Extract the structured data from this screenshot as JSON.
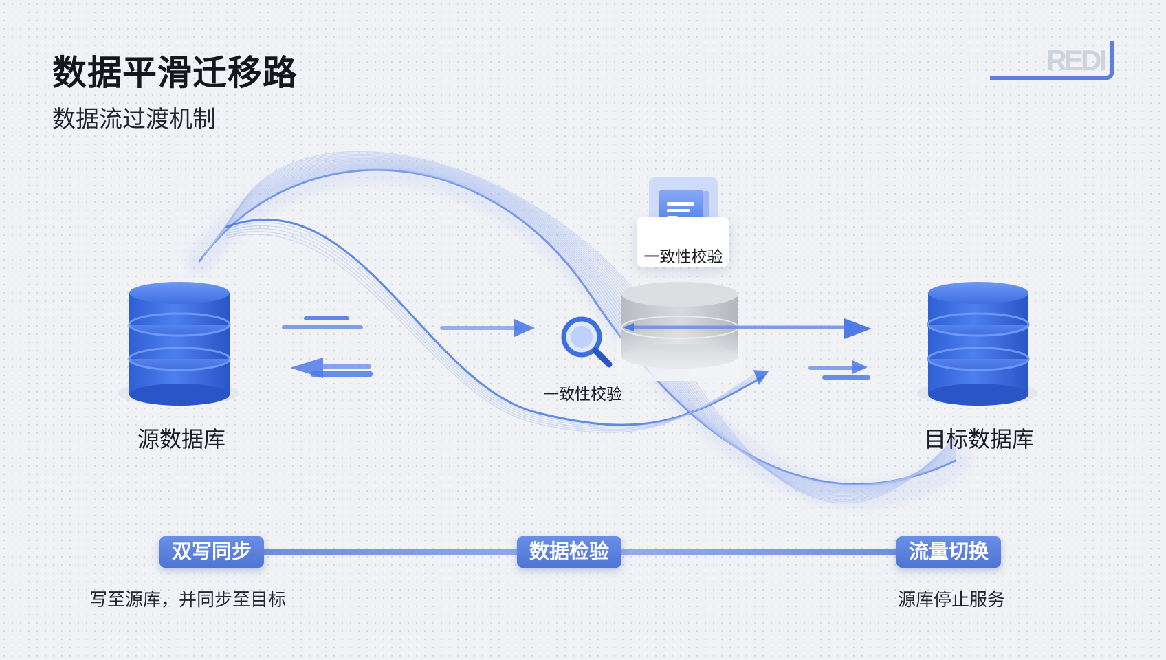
{
  "title": "数据平滑迁移路",
  "subtitle": "数据流过渡机制",
  "logo_text": "REDI",
  "source_db": {
    "label": "源数据库"
  },
  "target_db": {
    "label": "目标数据库"
  },
  "check_magnifier_label": "一致性校验",
  "check_card_label": "一致性校验",
  "steps": [
    {
      "label": "双写同步",
      "caption": "写至源库，并同步至目标"
    },
    {
      "label": "数据检验",
      "caption": ""
    },
    {
      "label": "流量切换",
      "caption": "源库停止服务"
    }
  ],
  "colors": {
    "primary": "#3d6fe0",
    "primary_dark": "#2a55c6",
    "accent": "#5b7fe0",
    "flow_light": "#a9bdf2",
    "intermediate_db": "#c9cbd0"
  },
  "icons": [
    "database-icon",
    "magnifier-icon",
    "document-icon",
    "arrow-right-icon",
    "arrow-left-icon"
  ]
}
